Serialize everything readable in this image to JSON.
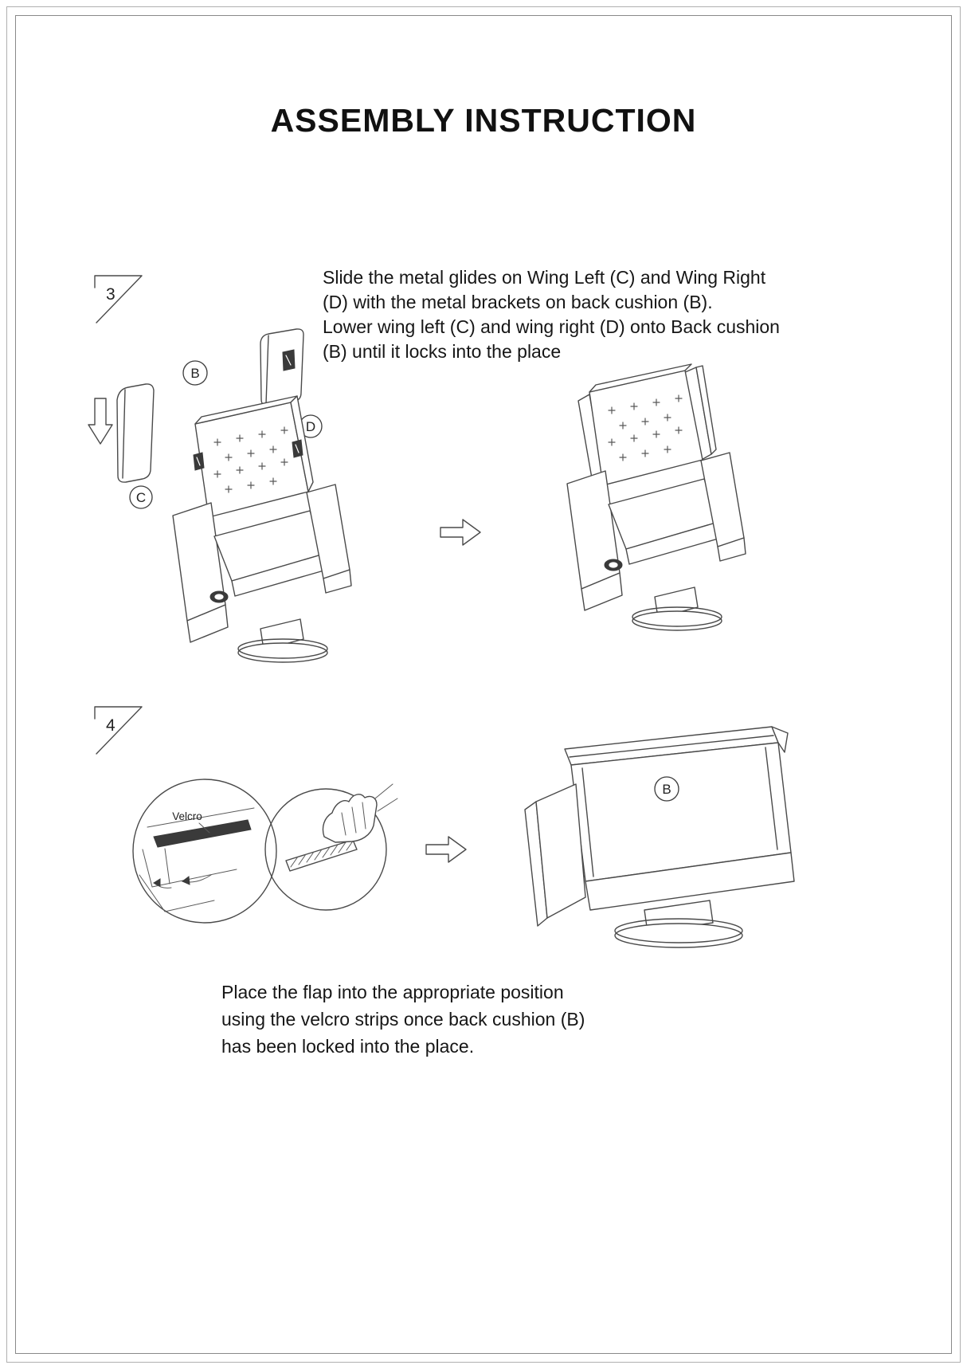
{
  "page": {
    "title": "ASSEMBLY INSTRUCTION"
  },
  "step3": {
    "number": "3",
    "lines": [
      "Slide the metal glides on Wing Left (C) and Wing Right",
      "(D) with the metal brackets on back cushion (B).",
      "Lower wing left (C) and wing right (D) onto Back cushion",
      "(B) until it locks into the place"
    ],
    "labels": {
      "b": "B",
      "c": "C",
      "d": "D"
    }
  },
  "step4": {
    "number": "4",
    "velcro": "Velcro",
    "label_b": "B",
    "caption": [
      "Place the flap into the appropriate position",
      "using the velcro strips once back cushion (B)",
      "has been locked into the place."
    ]
  }
}
